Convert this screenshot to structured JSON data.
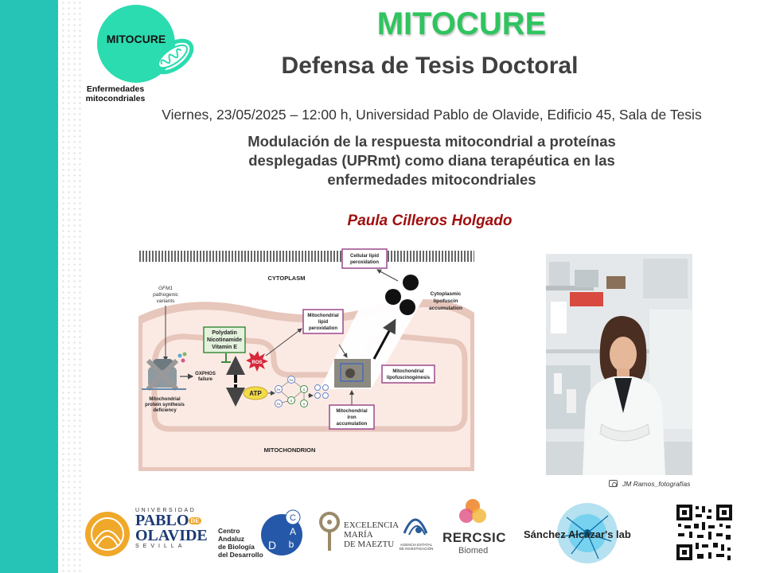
{
  "brand": {
    "logo_text": "MITOCURE",
    "logo_sub_1": "Enfermedades",
    "logo_sub_2": "mitocondriales"
  },
  "header": {
    "title": "MITOCURE",
    "subtitle": "Defensa de Tesis Doctoral",
    "dateline": "Viernes, 23/05/2025 – 12:00 h, Universidad Pablo de Olavide, Edificio 45, Sala de Tesis"
  },
  "thesis": {
    "title_line1": "Modulación de la respuesta mitocondrial a proteínas",
    "title_line2": "desplegadas (UPRmt) como diana terapéutica en las",
    "title_line3": "enfermedades mitocondriales",
    "author": "Paula Cilleros Holgado"
  },
  "diagram": {
    "cytoplasm": "CYTOPLASM",
    "mitochondrion": "MITOCHONDRION",
    "gfm1_1": "GFM1",
    "gfm1_2": "pathogenic",
    "gfm1_3": "variants",
    "treatment_1": "Polydatin",
    "treatment_2": "Nicotinamide",
    "treatment_3": "Vitamin E",
    "ros": "ROS",
    "atp": "ATP",
    "oxphos_1": "OXPHOS",
    "oxphos_2": "failure",
    "deficiency_1": "Mitochondrial",
    "deficiency_2": "protein synthesis",
    "deficiency_3": "deficiency",
    "lipid_perox_1": "Mitochondrial",
    "lipid_perox_2": "lipid",
    "lipid_perox_3": "peroxidation",
    "iron_1": "Mitochondrial",
    "iron_2": "iron",
    "iron_3": "accumulation",
    "lipofus_gen_1": "Mitochondrial",
    "lipofus_gen_2": "lipofuscinogénesis",
    "cell_lipid_1": "Cellular lipid",
    "cell_lipid_2": "peroxidation",
    "cyto_lipo_1": "Cytoplasmic",
    "cyto_lipo_2": "lipofuscin",
    "cyto_lipo_3": "accumulation",
    "fe": "Fe",
    "s": "S"
  },
  "photo": {
    "credit": "JM Ramos_fotografías"
  },
  "sponsors": {
    "upo_top": "UNIVERSIDAD",
    "upo_main1": "PABLO",
    "upo_de": "DE",
    "upo_main2": "OLAVIDE",
    "upo_city": "SEVILLA",
    "cabd_1": "Centro",
    "cabd_2": "Andaluz",
    "cabd_3": "de Biología",
    "cabd_4": "del Desarrollo",
    "cabd_c": "C",
    "cabd_a": "A",
    "cabd_b": "b",
    "cabd_d": "D",
    "maeztu_1": "EXCELENCIA",
    "maeztu_2": "MARÍA",
    "maeztu_3": "DE MAEZTU",
    "aei": "AGENCIA ESTATAL DE INVESTIGACIÓN",
    "rercsic": "RERCSIC",
    "biomed": "Biomed",
    "lab": "Sánchez Alcázar's lab"
  },
  "colors": {
    "teal_bar": "#25c4b7",
    "title_green": "#2fc45f",
    "author_red": "#a01010",
    "diagram_purple": "#9b4a8c",
    "diagram_green": "#3c8c3c"
  }
}
